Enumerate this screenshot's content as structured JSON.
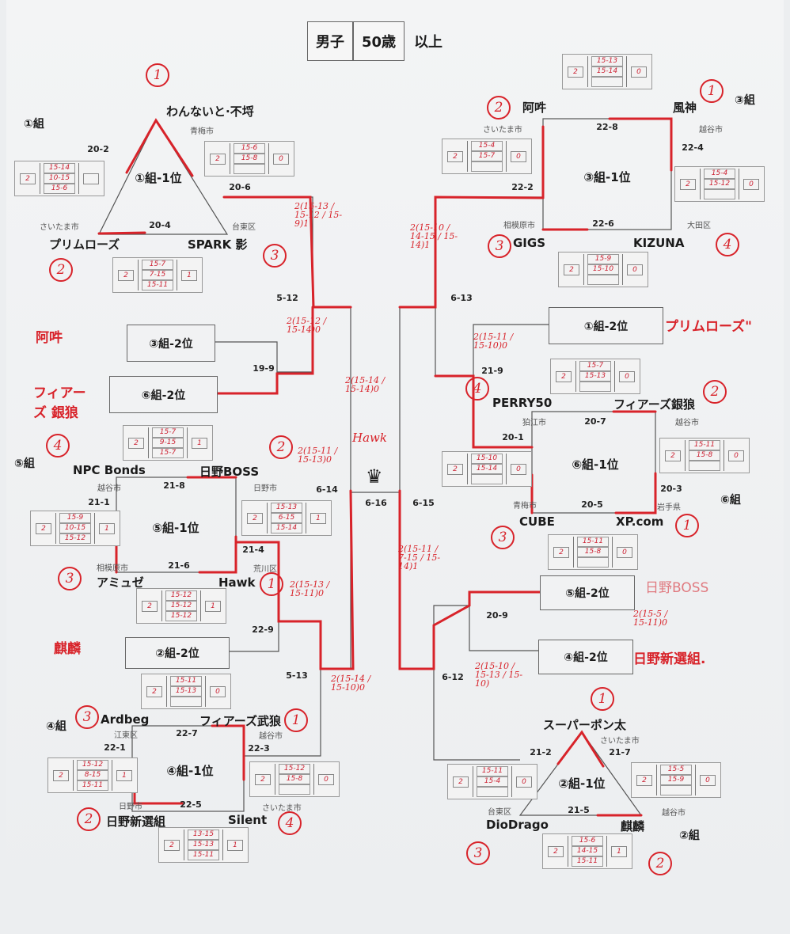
{
  "title": {
    "gender": "男子",
    "age": "50歳",
    "suffix": "以上"
  },
  "colors": {
    "ink": "#1b1b1b",
    "red_pen": "#d8232a",
    "paper": "#f3f4f5"
  },
  "groups": {
    "g1": {
      "label": "①組",
      "center": "①組-1位",
      "teams": [
        {
          "name": "わんないと·不埒",
          "city": "青梅市",
          "rank": "1"
        },
        {
          "name": "プリムローズ",
          "city": "さいたま市",
          "rank": "2"
        },
        {
          "name": "SPARK 影",
          "city": "台東区",
          "rank": "3"
        }
      ],
      "matches": [
        "20-2",
        "20-6",
        "20-4"
      ],
      "cards": [
        {
          "left": "2",
          "sets": [
            "15-14",
            "10-15",
            "15-6"
          ],
          "right": ""
        },
        {
          "left": "2",
          "sets": [
            "15-6",
            "15-8",
            ""
          ],
          "right": "0"
        },
        {
          "left": "2",
          "sets": [
            "15-7",
            "7-15",
            "15-11"
          ],
          "right": "1"
        }
      ]
    },
    "g2": {
      "label": "②組",
      "center": "②組-1位",
      "teams": [
        {
          "name": "スーパーポン太",
          "city": "さいたま市",
          "rank": "1"
        },
        {
          "name": "DioDrago",
          "city": "台東区",
          "rank": "3"
        },
        {
          "name": "麒麟",
          "city": "越谷市",
          "rank": "2"
        }
      ],
      "matches": [
        "21-2",
        "21-7",
        "21-5"
      ],
      "cards": [
        {
          "left": "2",
          "sets": [
            "15-11",
            "15-4",
            ""
          ],
          "right": "0"
        },
        {
          "left": "2",
          "sets": [
            "15-5",
            "15-9",
            ""
          ],
          "right": "0"
        },
        {
          "left": "2",
          "sets": [
            "15-6",
            "14-15",
            "15-11"
          ],
          "right": "1"
        }
      ]
    },
    "g3": {
      "label": "③組",
      "center": "③組-1位",
      "teams": [
        {
          "name": "阿吽",
          "city": "さいたま市",
          "rank": "2"
        },
        {
          "name": "風神",
          "city": "越谷市",
          "rank": "1"
        },
        {
          "name": "GIGS",
          "city": "相模原市",
          "rank": "3"
        },
        {
          "name": "KIZUNA",
          "city": "大田区",
          "rank": "4"
        }
      ],
      "matches": [
        "22-8",
        "22-4",
        "22-2",
        "22-6"
      ],
      "cards": [
        {
          "left": "2",
          "sets": [
            "15-13",
            "15-14",
            ""
          ],
          "right": "0"
        },
        {
          "left": "2",
          "sets": [
            "15-4",
            "15-7",
            ""
          ],
          "right": "0"
        },
        {
          "left": "2",
          "sets": [
            "15-4",
            "15-12",
            ""
          ],
          "right": "0"
        },
        {
          "left": "2",
          "sets": [
            "15-9",
            "15-10",
            ""
          ],
          "right": "0"
        }
      ]
    },
    "g4": {
      "label": "④組",
      "center": "④組-1位",
      "teams": [
        {
          "name": "Ardbeg",
          "city": "江東区",
          "rank": "3"
        },
        {
          "name": "フィアーズ武狼",
          "city": "越谷市",
          "rank": "1"
        },
        {
          "name": "日野新選組",
          "city": "日野市",
          "rank": "2"
        },
        {
          "name": "Silent",
          "city": "さいたま市",
          "rank": "4"
        }
      ],
      "matches": [
        "22-7",
        "22-1",
        "22-3",
        "22-5"
      ],
      "cards": [
        {
          "left": "2",
          "sets": [
            "15-11",
            "15-13",
            ""
          ],
          "right": "0"
        },
        {
          "left": "2",
          "sets": [
            "15-12",
            "8-15",
            "15-11"
          ],
          "right": "1"
        },
        {
          "left": "2",
          "sets": [
            "15-12",
            "15-8",
            ""
          ],
          "right": "0"
        },
        {
          "left": "2",
          "sets": [
            "13-15",
            "15-13",
            "15-11"
          ],
          "right": "1"
        }
      ]
    },
    "g5": {
      "label": "⑤組",
      "center": "⑤組-1位",
      "teams": [
        {
          "name": "NPC Bonds",
          "city": "越谷市",
          "rank": "4"
        },
        {
          "name": "日野BOSS",
          "city": "日野市",
          "rank": "2"
        },
        {
          "name": "アミュゼ",
          "city": "相模原市",
          "rank": "3"
        },
        {
          "name": "Hawk",
          "city": "荒川区",
          "rank": "1"
        }
      ],
      "matches": [
        "21-8",
        "21-1",
        "21-4",
        "21-6"
      ],
      "cards": [
        {
          "left": "2",
          "sets": [
            "15-7",
            "9-15",
            "15-7"
          ],
          "right": "1"
        },
        {
          "left": "2",
          "sets": [
            "15-9",
            "10-15",
            "15-12"
          ],
          "right": "1"
        },
        {
          "left": "2",
          "sets": [
            "15-13",
            "6-15",
            "15-14"
          ],
          "right": "1"
        },
        {
          "left": "2",
          "sets": [
            "15-12",
            "15-12",
            "15-12"
          ],
          "right": "1"
        }
      ]
    },
    "g6": {
      "label": "⑥組",
      "center": "⑥組-1位",
      "teams": [
        {
          "name": "PERRY50",
          "city": "狛江市",
          "rank": "4"
        },
        {
          "name": "フィアーズ銀狼",
          "city": "越谷市",
          "rank": "2"
        },
        {
          "name": "CUBE",
          "city": "青梅市",
          "rank": "3"
        },
        {
          "name": "XP.com",
          "city": "岩手県",
          "rank": "1"
        }
      ],
      "matches": [
        "20-7",
        "20-1",
        "20-3",
        "20-5"
      ],
      "cards": [
        {
          "left": "2",
          "sets": [
            "15-7",
            "15-13",
            ""
          ],
          "right": "0"
        },
        {
          "left": "2",
          "sets": [
            "15-10",
            "15-14",
            ""
          ],
          "right": "0"
        },
        {
          "left": "2",
          "sets": [
            "15-11",
            "15-8",
            ""
          ],
          "right": "0"
        },
        {
          "left": "2",
          "sets": [
            "15-11",
            "15-8",
            ""
          ],
          "right": "0"
        }
      ]
    }
  },
  "bracket": {
    "slots": {
      "g3_2": "③組-2位",
      "g6_2": "⑥組-2位",
      "g2_2": "②組-2位",
      "g1_2": "①組-2位",
      "g5_2": "⑤組-2位",
      "g4_2": "④組-2位"
    },
    "matches": {
      "m5_12": "5-12",
      "m19_9": "19-9",
      "m6_14": "6-14",
      "m22_9": "22-9",
      "m5_13": "5-13",
      "m6_16": "6-16",
      "m6_13": "6-13",
      "m21_9": "21-9",
      "m6_15": "6-15",
      "m20_9": "20-9",
      "m6_12": "6-12"
    },
    "crown_icon": "crown"
  },
  "handwritten": {
    "slot_names": {
      "g3_2": "阿吽",
      "g6_2": "フィアーズ 銀狼",
      "g2_2": "麒麟",
      "g1_2": "プリムローズ\"",
      "g5_2": "日野BOSS",
      "g4_2": "日野新選組."
    },
    "final_winner": "Hawk",
    "scores": {
      "s1": "2(15-13 / 15-12 / 15-9)1",
      "s2": "2(15-10 / 14-15 / 15-14)1",
      "s3": "2(15-12 / 15-14)0",
      "s4": "2(15-14 / 15-14)0",
      "s5": "2(15-11 / 15-10)0",
      "s6": "2(15-11 / 15-13)0",
      "s7": "2(15-11 / 7-15 / 15-14)1",
      "s8": "2(15-13 / 15-11)0",
      "s9": "2(15-14 / 15-10)0",
      "s10": "2(15-5 / 15-11)0",
      "s11": "2(15-10 / 15-13 / 15-10)"
    }
  }
}
